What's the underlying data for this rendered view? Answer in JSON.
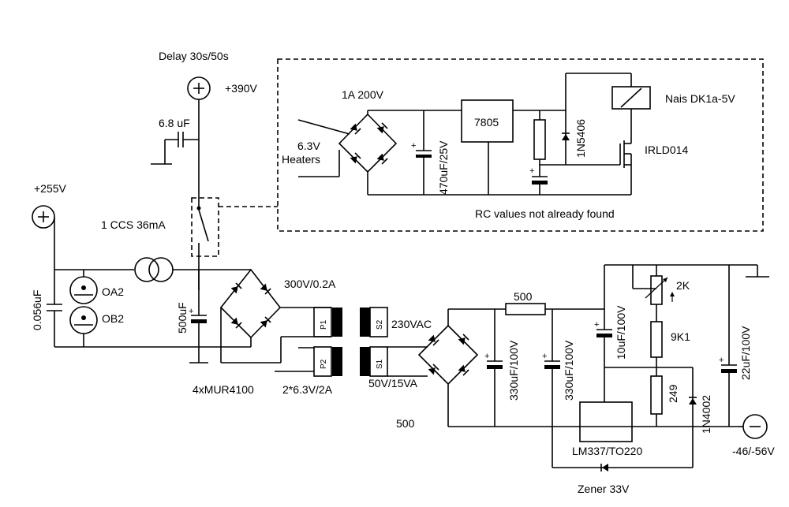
{
  "labels": {
    "delay": "Delay 30s/50s",
    "hv390": "+390V",
    "cap_6_8": "6.8 uF",
    "bridge_1a": "1A 200V",
    "reg_7805": "7805",
    "heaters_1": "6.3V",
    "heaters_2": "Heaters",
    "cap_470": "470uF/25V",
    "diode_1n5406": "1N5406",
    "relay": "Nais DK1a-5V",
    "mosfet": "IRLD014",
    "rc_note": "RC values not already found",
    "hv255": "+255V",
    "ccs": "1 CCS 36mA",
    "oa2": "OA2",
    "ob2": "OB2",
    "cap_0056": "0.056uF",
    "cap_500uf": "500uF",
    "sec_300v": "300V/0.2A",
    "pri_230": "230VAC",
    "tr_p1": "P1",
    "tr_s2": "S2",
    "tr_p2": "P2",
    "tr_s1": "S1",
    "bridge_mur": "4xMUR4100",
    "heater_sec": "2*6.3V/2A",
    "sec_50v": "50V/15VA",
    "res_500_top": "500",
    "res_500_low": "500",
    "cap_330_a": "330uF/100V",
    "cap_330_b": "330uF/100V",
    "cap_10uf": "10uF/100V",
    "pot_2k": "2K",
    "res_9k1": "9K1",
    "res_249": "249",
    "diode_1n4002": "1N4002",
    "cap_22uf": "22uF/100V",
    "lm337": "LM337/TO220",
    "zener": "Zener 33V",
    "neg_out": "-46/-56V"
  }
}
